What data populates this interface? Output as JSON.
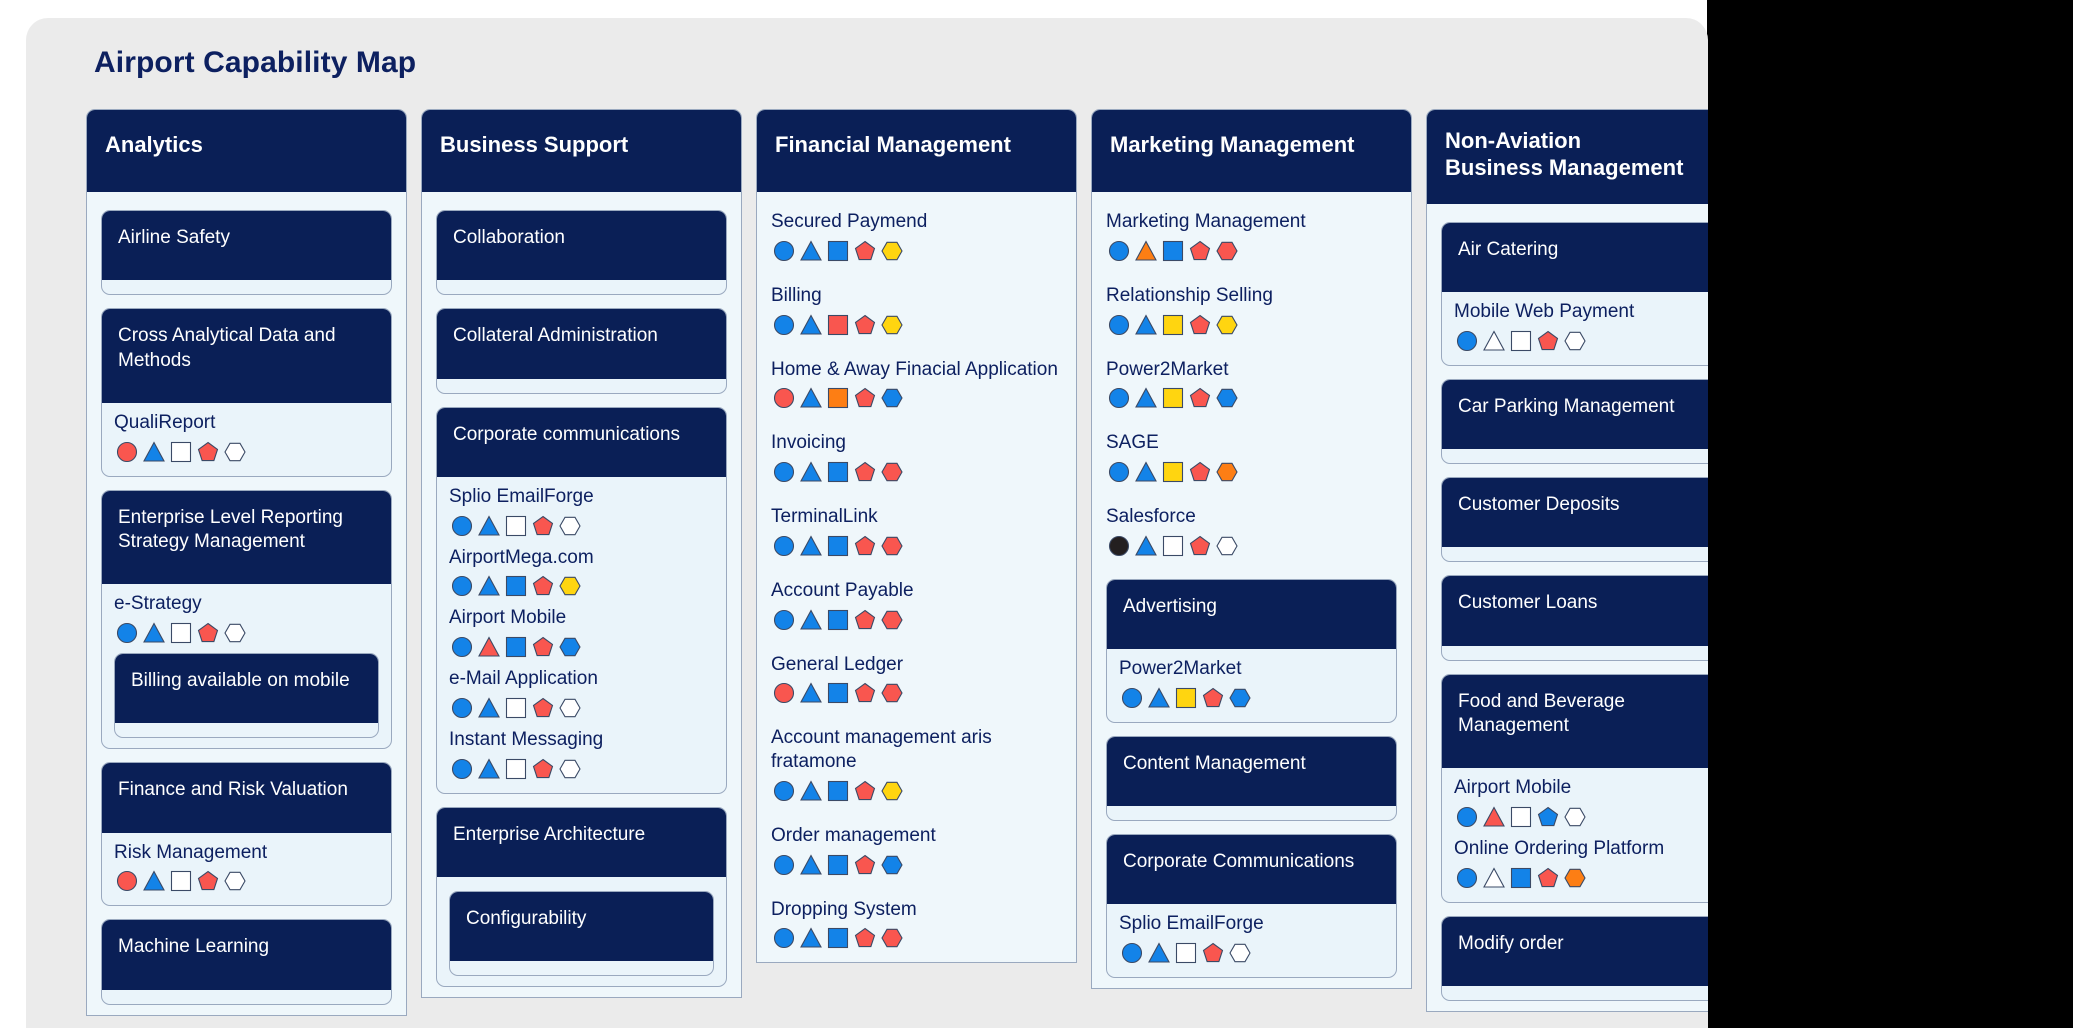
{
  "title": "Airport Capability Map",
  "colors": {
    "header_navy": "#0a1f56",
    "title_navy": "#0d2060",
    "card_bg": "#ebebeb",
    "column_bg": "#eff7fb",
    "capability_bg": "#eaf4fa",
    "border": "#9aa9bf",
    "shape_blue": "#1383e8",
    "shape_red": "#f9564f",
    "shape_yellow": "#ffd510",
    "shape_orange": "#fd7e14",
    "shape_white": "#ffffff",
    "shape_black": "#231f20"
  },
  "shape_order": [
    "circle",
    "triangle",
    "square",
    "pentagon",
    "hexagon"
  ],
  "columns": [
    {
      "header": "Analytics",
      "capabilities": [
        {
          "name": "Airline Safety",
          "apps": []
        },
        {
          "name": "Cross Analytical Data and Methods",
          "apps": [
            {
              "label": "QualiReport",
              "shapes": [
                "red",
                "blue",
                "white",
                "red",
                "white"
              ]
            }
          ]
        },
        {
          "name": "Enterprise Level Reporting Strategy Management",
          "apps": [
            {
              "label": "e-Strategy",
              "shapes": [
                "blue",
                "blue",
                "white",
                "red",
                "white"
              ]
            }
          ],
          "children": [
            {
              "name": "Billing available on mobile",
              "apps": []
            }
          ]
        },
        {
          "name": "Finance and Risk Valuation",
          "apps": [
            {
              "label": "Risk Management",
              "shapes": [
                "red",
                "blue",
                "white",
                "red",
                "white"
              ]
            }
          ]
        },
        {
          "name": "Machine Learning",
          "apps": []
        }
      ]
    },
    {
      "header": "Business Support",
      "capabilities": [
        {
          "name": "Collaboration",
          "apps": []
        },
        {
          "name": "Collateral Administration",
          "apps": []
        },
        {
          "name": "Corporate communications",
          "apps": [
            {
              "label": "Splio EmailForge",
              "shapes": [
                "blue",
                "blue",
                "white",
                "red",
                "white"
              ]
            },
            {
              "label": "AirportMega.com",
              "shapes": [
                "blue",
                "blue",
                "blue",
                "red",
                "yellow"
              ]
            },
            {
              "label": "Airport Mobile",
              "shapes": [
                "blue",
                "red",
                "blue",
                "red",
                "blue"
              ]
            },
            {
              "label": "e-Mail Application",
              "shapes": [
                "blue",
                "blue",
                "white",
                "red",
                "white"
              ]
            },
            {
              "label": "Instant Messaging",
              "shapes": [
                "blue",
                "blue",
                "white",
                "red",
                "white"
              ]
            }
          ]
        },
        {
          "name": "Enterprise Architecture",
          "apps": [],
          "children": [
            {
              "name": "Configurability",
              "apps": []
            }
          ]
        }
      ]
    },
    {
      "header": "Financial Management",
      "apps": [
        {
          "label": "Secured Paymend",
          "shapes": [
            "blue",
            "blue",
            "blue",
            "red",
            "yellow"
          ]
        },
        {
          "label": "Billing",
          "shapes": [
            "blue",
            "blue",
            "red",
            "red",
            "yellow"
          ]
        },
        {
          "label": "Home & Away Finacial Application",
          "shapes": [
            "red",
            "blue",
            "orange",
            "red",
            "blue"
          ]
        },
        {
          "label": "Invoicing",
          "shapes": [
            "blue",
            "blue",
            "blue",
            "red",
            "red"
          ]
        },
        {
          "label": "TerminalLink",
          "shapes": [
            "blue",
            "blue",
            "blue",
            "red",
            "red"
          ]
        },
        {
          "label": "Account Payable",
          "shapes": [
            "blue",
            "blue",
            "blue",
            "red",
            "red"
          ]
        },
        {
          "label": "General Ledger",
          "shapes": [
            "red",
            "blue",
            "blue",
            "red",
            "red"
          ]
        },
        {
          "label": "Account management aris fratamone",
          "shapes": [
            "blue",
            "blue",
            "blue",
            "red",
            "yellow"
          ]
        },
        {
          "label": "Order management",
          "shapes": [
            "blue",
            "blue",
            "blue",
            "red",
            "blue"
          ]
        },
        {
          "label": "Dropping System",
          "shapes": [
            "blue",
            "blue",
            "blue",
            "red",
            "red"
          ]
        }
      ],
      "capabilities": []
    },
    {
      "header": "Marketing Management",
      "apps": [
        {
          "label": "Marketing Management",
          "shapes": [
            "blue",
            "orange",
            "blue",
            "red",
            "red"
          ]
        },
        {
          "label": "Relationship Selling",
          "shapes": [
            "blue",
            "blue",
            "yellow",
            "red",
            "yellow"
          ]
        },
        {
          "label": "Power2Market",
          "shapes": [
            "blue",
            "blue",
            "yellow",
            "red",
            "blue"
          ]
        },
        {
          "label": "SAGE",
          "shapes": [
            "blue",
            "blue",
            "yellow",
            "red",
            "orange"
          ]
        },
        {
          "label": "Salesforce",
          "shapes": [
            "black",
            "blue",
            "white",
            "red",
            "white"
          ]
        }
      ],
      "capabilities": [
        {
          "name": "Advertising",
          "apps": [
            {
              "label": "Power2Market",
              "shapes": [
                "blue",
                "blue",
                "yellow",
                "red",
                "blue"
              ]
            }
          ]
        },
        {
          "name": "Content Management",
          "apps": []
        },
        {
          "name": "Corporate Communications",
          "apps": [
            {
              "label": "Splio EmailForge",
              "shapes": [
                "blue",
                "blue",
                "white",
                "red",
                "white"
              ]
            }
          ]
        }
      ]
    },
    {
      "header": "Non-Aviation\nBusiness Management",
      "capabilities": [
        {
          "name": "Air Catering",
          "apps": [
            {
              "label": "Mobile Web Payment",
              "shapes": [
                "blue",
                "white",
                "white",
                "red",
                "white"
              ]
            }
          ]
        },
        {
          "name": "Car Parking Management",
          "apps": []
        },
        {
          "name": "Customer Deposits",
          "apps": []
        },
        {
          "name": "Customer Loans",
          "apps": []
        },
        {
          "name": "Food and Beverage Management",
          "apps": [
            {
              "label": "Airport Mobile",
              "shapes": [
                "blue",
                "red",
                "white",
                "blue",
                "white"
              ]
            },
            {
              "label": "Online Ordering Platform",
              "shapes": [
                "blue",
                "white",
                "blue",
                "red",
                "orange"
              ]
            }
          ]
        },
        {
          "name": "Modify order",
          "apps": []
        }
      ]
    }
  ]
}
